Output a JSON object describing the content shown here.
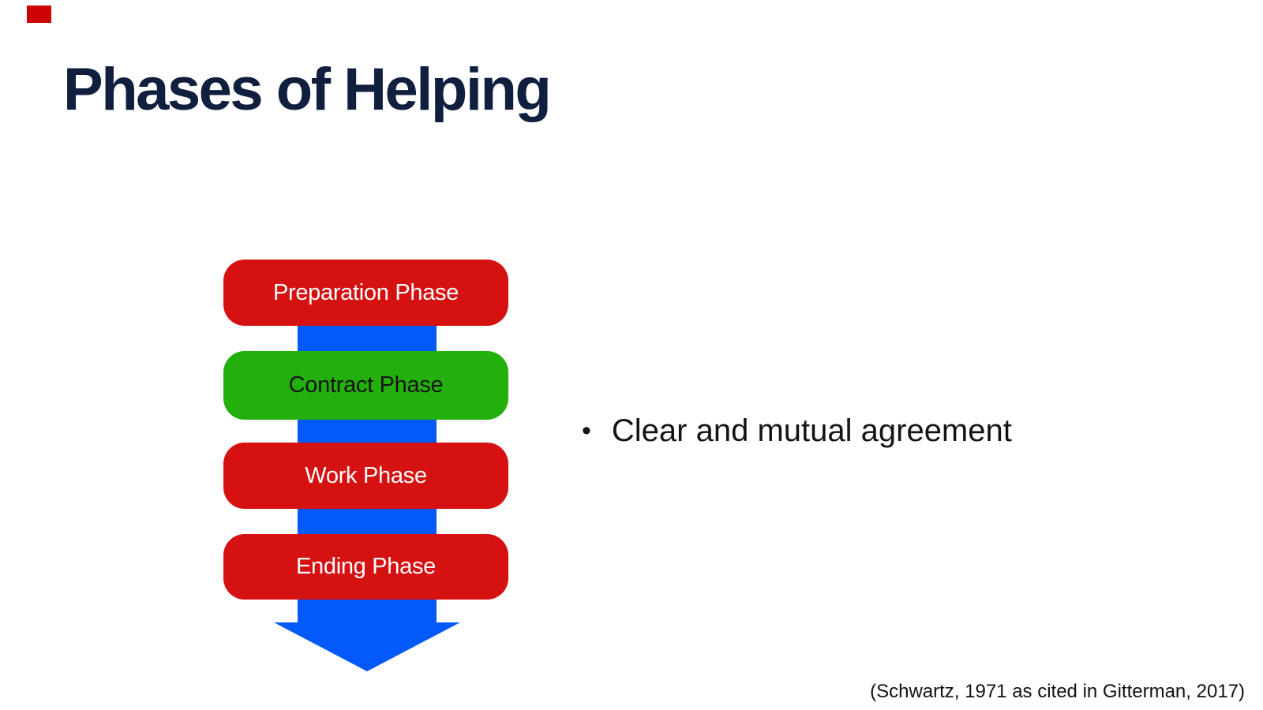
{
  "slide": {
    "title": "Phases of Helping",
    "title_color": "#101f3e",
    "red_marker_color": "#cc0202",
    "bullet_glyph": "•",
    "bullet_text": "Clear and mutual agreement",
    "citation": "(Schwartz, 1971 as cited in Gitterman, 2017)"
  },
  "diagram": {
    "type": "downward-arrow-flow",
    "arrow_color": "#0459fb",
    "phases": [
      {
        "label": "Preparation Phase",
        "fill": "#d61111",
        "text_color": "#ffffff"
      },
      {
        "label": "Contract Phase",
        "fill": "#23b00d",
        "text_color": "#141414"
      },
      {
        "label": "Work Phase",
        "fill": "#d61111",
        "text_color": "#ffffff"
      },
      {
        "label": "Ending Phase",
        "fill": "#d61111",
        "text_color": "#ffffff"
      }
    ]
  }
}
